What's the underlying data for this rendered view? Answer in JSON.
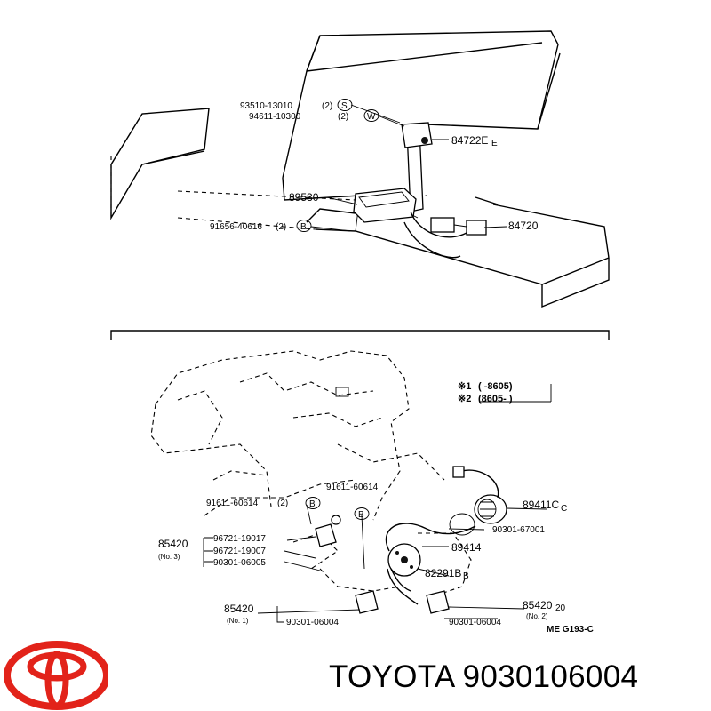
{
  "diagram": {
    "top": {
      "callouts": [
        {
          "part": "93510-13010",
          "qty": "(2)",
          "tag": "S"
        },
        {
          "part": "94611-10300",
          "qty": "(2)",
          "tag": "W"
        },
        {
          "part": "84722E",
          "suffix": "E"
        },
        {
          "part": "89530"
        },
        {
          "part": "91656-40616",
          "qty": "(2)",
          "tag": "B"
        },
        {
          "part": "84720"
        }
      ]
    },
    "bottom": {
      "legend": [
        {
          "mark": "※1",
          "range": "(       -8605)"
        },
        {
          "mark": "※2",
          "range": "(8605-       )"
        }
      ],
      "callouts": [
        {
          "part": "91611-60614",
          "qty": "(2)",
          "tag": "B"
        },
        {
          "part": "91611-60614",
          "tag": "B"
        },
        {
          "part": "89411C",
          "suffix": "C"
        },
        {
          "part": "90301-67001"
        },
        {
          "part": "89414"
        },
        {
          "part": "82291B",
          "suffix": "B"
        },
        {
          "part": "85420",
          "note": "(No. 3)"
        },
        {
          "part": "96721-19017"
        },
        {
          "part": "96721-19007"
        },
        {
          "part": "90301-06005"
        },
        {
          "part": "85420",
          "suffix": "20",
          "note": "(No. 2)"
        },
        {
          "part": "85420",
          "note": "(No. 1)"
        },
        {
          "part": "90301-06004"
        },
        {
          "part": "90301-06004"
        }
      ],
      "ref": "ME   G193-C"
    }
  },
  "footer": {
    "brand": "TOYOTA",
    "part_number": "9030106004",
    "logo_color": "#e2231a"
  }
}
